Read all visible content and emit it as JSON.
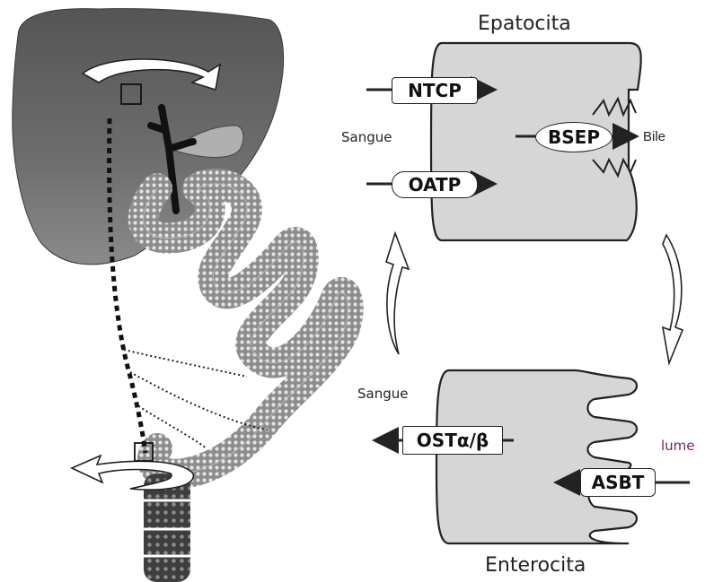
{
  "labels": {
    "hepatocyte": "Epatocita",
    "enterocyte": "Enterocita",
    "blood_top": "Sangue",
    "bile": "Bile",
    "blood_bottom": "Sangue",
    "lumen": "lume"
  },
  "transporters": {
    "ntcp": "NTCP",
    "oatp": "OATP",
    "bsep": "BSEP",
    "ost": "OSTα/β",
    "asbt": "ASBT"
  },
  "colors": {
    "liver": "#6e6e6e",
    "cell": "#d6d6d6",
    "outline": "#222222",
    "lumen_label": "#7a1f6e"
  }
}
